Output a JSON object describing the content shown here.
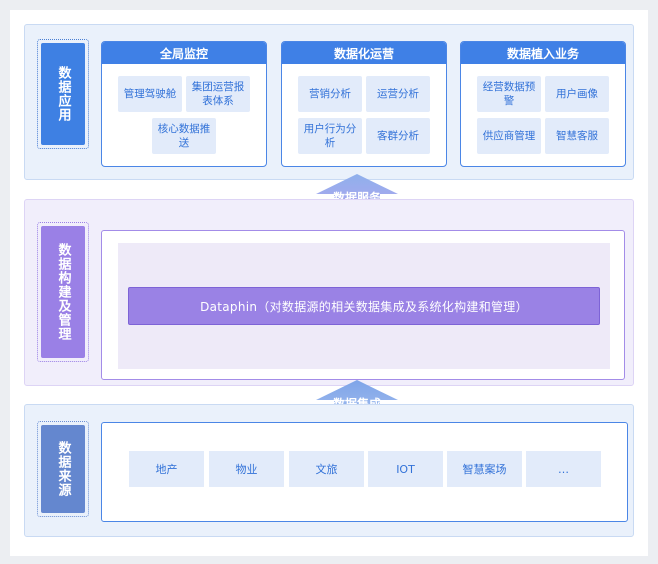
{
  "layers": {
    "application": {
      "side_label": "数据应用",
      "panels": [
        {
          "title": "全局监控",
          "cells": [
            "管理驾驶舱",
            "集团运营报表体系",
            "核心数据推送"
          ]
        },
        {
          "title": "数据化运营",
          "cells": [
            "营销分析",
            "运营分析",
            "用户行为分析",
            "客群分析"
          ]
        },
        {
          "title": "数据植入业务",
          "cells": [
            "经营数据预警",
            "用户画像",
            "供应商管理",
            "智慧客服"
          ]
        }
      ]
    },
    "build": {
      "side_label": "数据构建及管理",
      "bar_text": "Dataphin（对数据源的相关数据集成及系统化构建和管理）"
    },
    "source": {
      "side_label": "数据来源",
      "items": [
        "地产",
        "物业",
        "文旅",
        "IOT",
        "智慧案场",
        "…"
      ]
    }
  },
  "arrows": {
    "service": "数据服务",
    "integration": "数据集成"
  },
  "colors": {
    "blue_primary": "#3f80e6",
    "blue_light": "#e2ebfa",
    "purple_primary": "#9a82e5",
    "purple_light": "#eeeaf8",
    "arrow_blue": "#7ea4e8",
    "arrow_purple": "#b6a2ee"
  }
}
